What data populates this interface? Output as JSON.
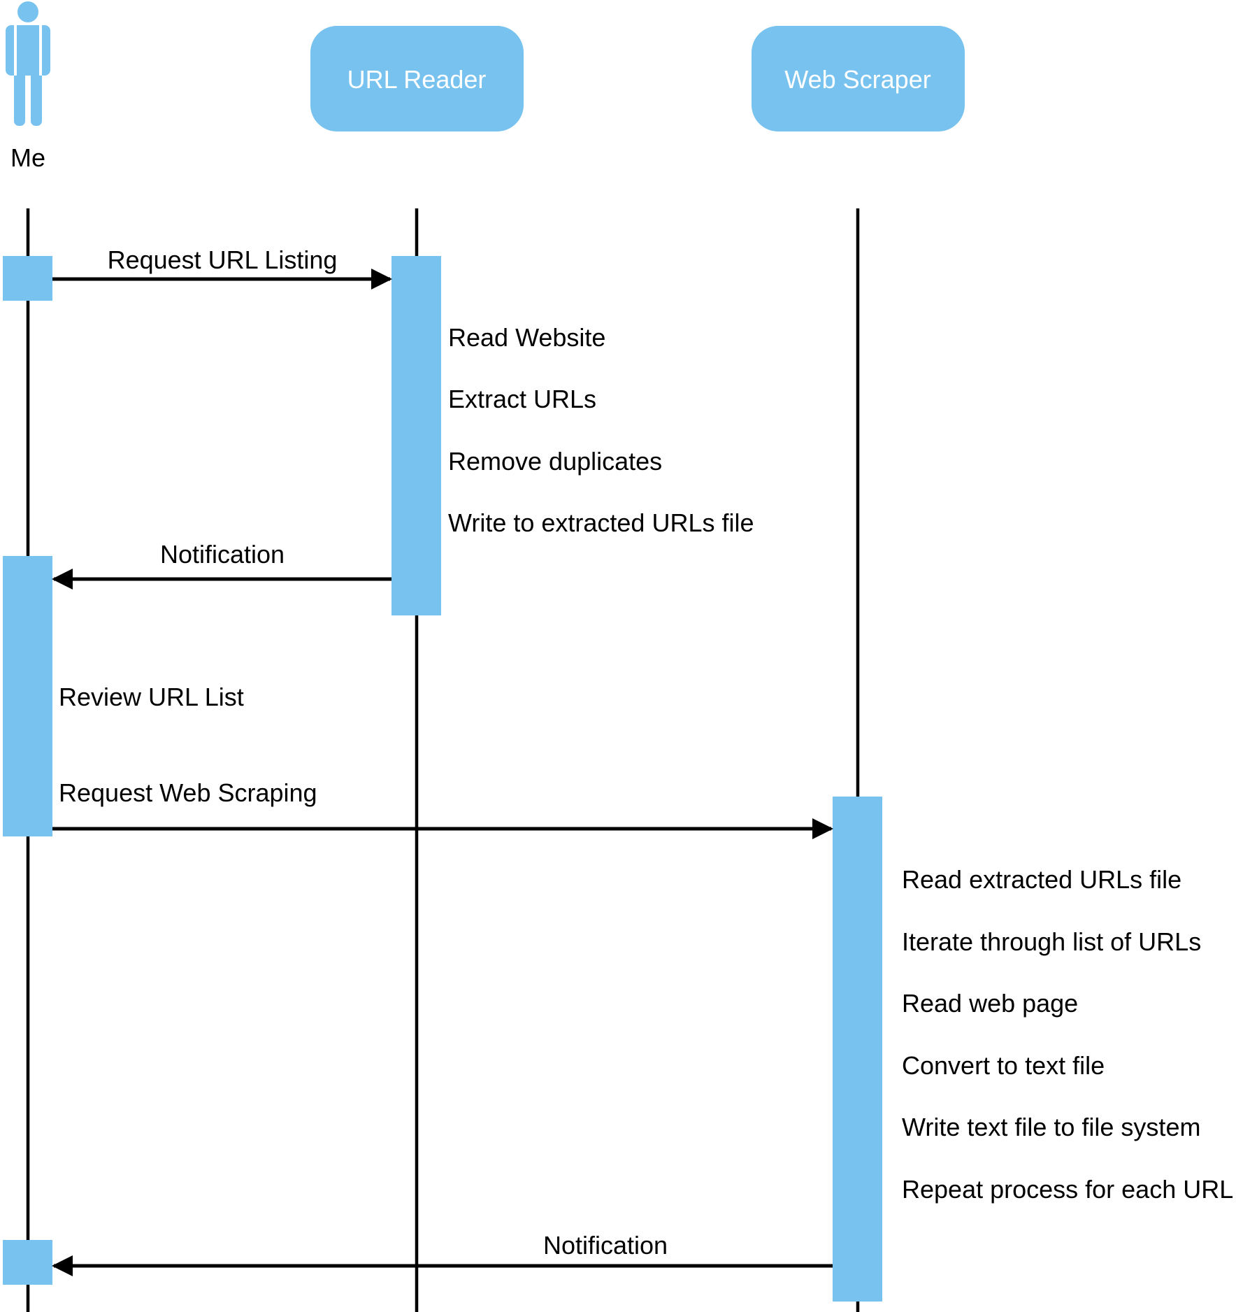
{
  "colors": {
    "accent": "#78C2F0",
    "line": "#000000",
    "box_text": "#FFFFFF"
  },
  "participants": {
    "me": {
      "label": "Me",
      "icon": "person-icon"
    },
    "url_reader": {
      "label": "URL Reader"
    },
    "web_scraper": {
      "label": "Web Scraper"
    }
  },
  "messages": {
    "request_url_listing": "Request URL Listing",
    "notification_1": "Notification",
    "request_web_scraping": "Request Web Scraping",
    "notification_2": "Notification"
  },
  "url_reader_steps": [
    "Read Website",
    "Extract URLs",
    "Remove duplicates",
    "Write to extracted URLs file"
  ],
  "me_steps": [
    "Review URL List"
  ],
  "web_scraper_steps": [
    "Read extracted URLs file",
    "Iterate through list of URLs",
    "Read web page",
    "Convert to text file",
    "Write text file to file system",
    "Repeat process for each URL"
  ]
}
